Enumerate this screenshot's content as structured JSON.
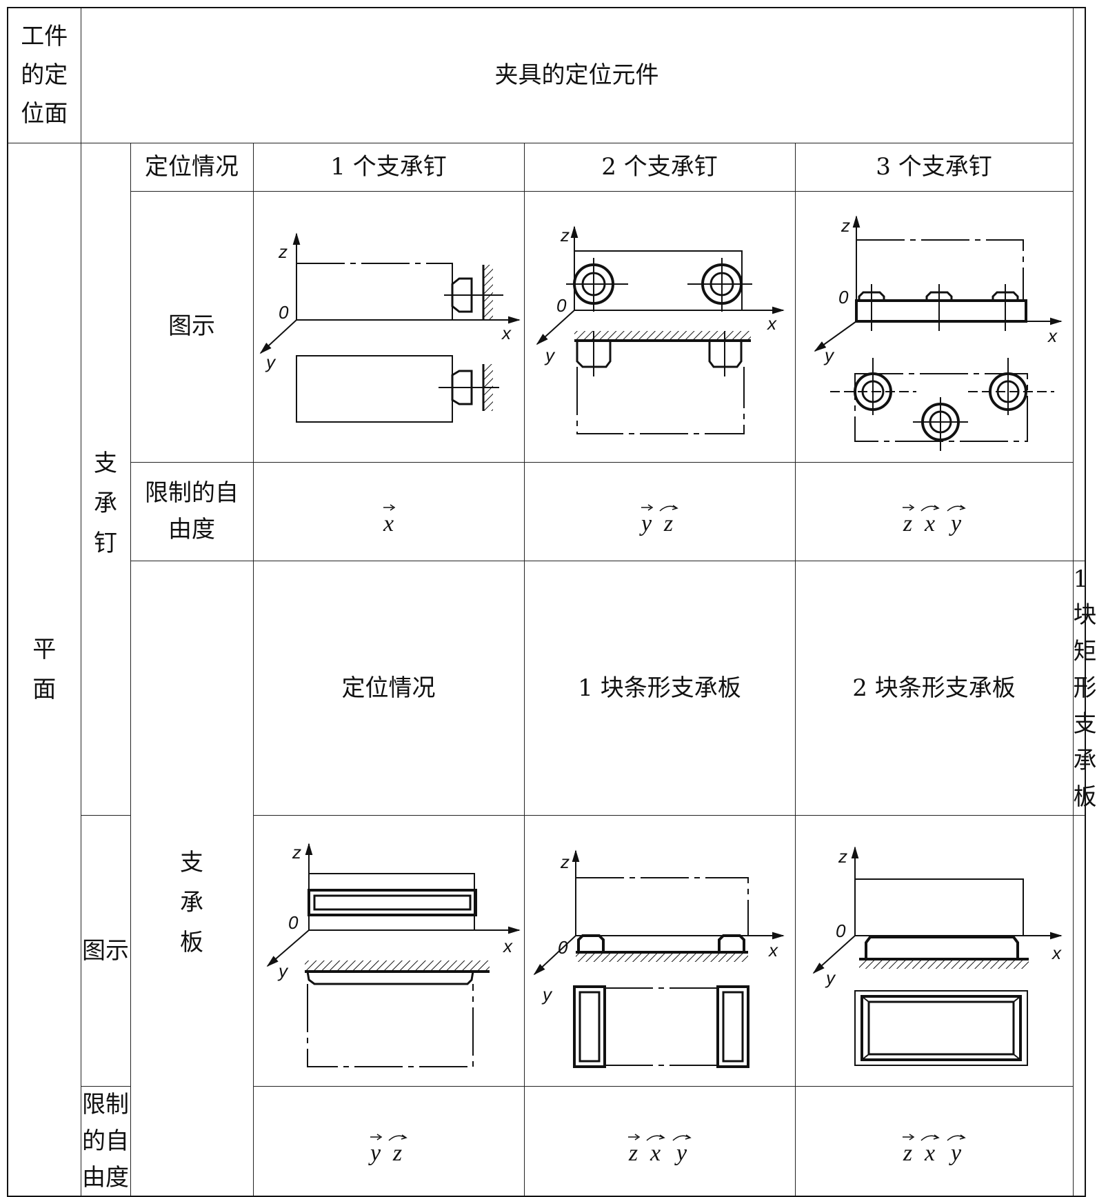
{
  "header": {
    "workpiece_surface": [
      "工件",
      "的定",
      "位面"
    ],
    "fixture_elements": "夹具的定位元件"
  },
  "surface_type": [
    "平",
    "面"
  ],
  "groups": [
    {
      "name": [
        "支",
        "承",
        "钉"
      ],
      "label_case": "定位情况",
      "label_figure": "图示",
      "label_dof": [
        "限制的自",
        "由度"
      ],
      "cases": [
        "1 个支承钉",
        "2 个支承钉",
        "3 个支承钉"
      ],
      "dof": [
        [
          {
            "sym": "x",
            "mark": "arrow"
          }
        ],
        [
          {
            "sym": "y",
            "mark": "arrow"
          },
          {
            "sym": "z",
            "mark": "arc"
          }
        ],
        [
          {
            "sym": "z",
            "mark": "arrow"
          },
          {
            "sym": "x",
            "mark": "arc"
          },
          {
            "sym": "y",
            "mark": "arc"
          }
        ]
      ]
    },
    {
      "name": [
        "支",
        "承",
        "板"
      ],
      "label_case": "定位情况",
      "label_figure": "图示",
      "label_dof": [
        "限制的自",
        "由度"
      ],
      "cases": [
        "1 块条形支承板",
        "2 块条形支承板",
        "1 块矩形支承板"
      ],
      "dof": [
        [
          {
            "sym": "y",
            "mark": "arrow"
          },
          {
            "sym": "z",
            "mark": "arc"
          }
        ],
        [
          {
            "sym": "z",
            "mark": "arrow"
          },
          {
            "sym": "x",
            "mark": "arc"
          },
          {
            "sym": "y",
            "mark": "arc"
          }
        ],
        [
          {
            "sym": "z",
            "mark": "arrow"
          },
          {
            "sym": "x",
            "mark": "arc"
          },
          {
            "sym": "y",
            "mark": "arc"
          }
        ]
      ]
    }
  ],
  "axis_labels": {
    "x": "x",
    "y": "y",
    "z": "z",
    "origin": "0"
  }
}
